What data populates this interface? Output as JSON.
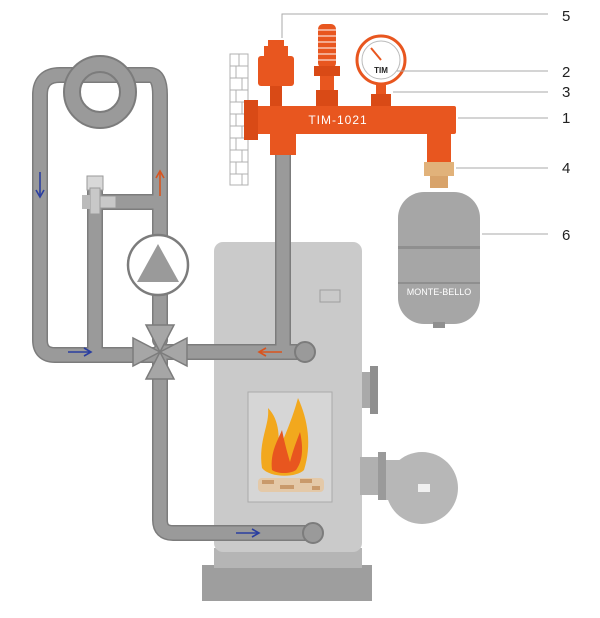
{
  "manifold": {
    "label": "TIM-1021"
  },
  "gauge": {
    "label": "TIM"
  },
  "tank": {
    "label": "MONTE-BELLO"
  },
  "callouts": [
    {
      "id": "safety-valve",
      "number": "5"
    },
    {
      "id": "pressure-gauge",
      "number": "2"
    },
    {
      "id": "air-vent",
      "number": "3"
    },
    {
      "id": "manifold",
      "number": "1"
    },
    {
      "id": "tank-connector",
      "number": "4"
    },
    {
      "id": "expansion-tank",
      "number": "6"
    }
  ],
  "colors": {
    "pipe": "#9a9a9a",
    "pipe_edge": "#7c7c7c",
    "boiler": "#c9c9c9",
    "boiler_base": "#9e9e9e",
    "manifold": "#e8561f",
    "tank": "#a6a6a6",
    "brick": "#b0b0b0",
    "flame_outer": "#f2a81d",
    "flame_inner": "#e8561f",
    "arrow_hot": "#d9541e",
    "arrow_cold": "#2a3ea0",
    "brass": "#e1b27a"
  }
}
